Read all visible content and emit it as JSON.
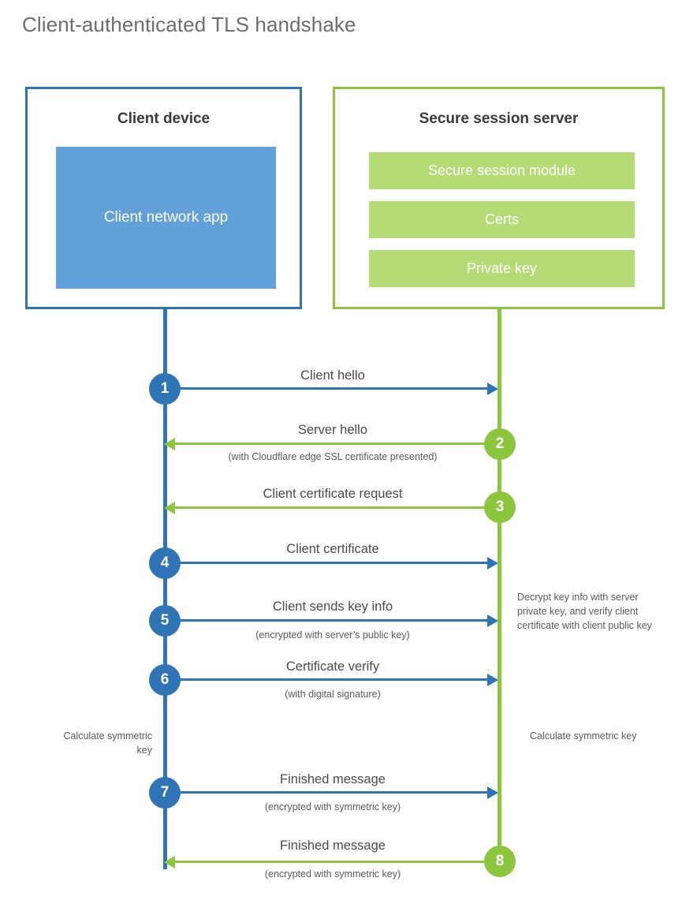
{
  "title": "Client-authenticated TLS handshake",
  "colors": {
    "blue_border": "#2f74b5",
    "blue_fill": "#62a0d9",
    "green_border": "#8cc63e",
    "green_fill": "#b5db77",
    "text": "#4a4a4a"
  },
  "panels": {
    "client": {
      "title": "Client device",
      "app_label": "Client network app"
    },
    "server": {
      "title": "Secure session server",
      "bars": [
        "Secure session module",
        "Certs",
        "Private key"
      ]
    }
  },
  "steps": [
    {
      "num": "1",
      "side": "client",
      "direction": "right",
      "label": "Client hello",
      "sub": ""
    },
    {
      "num": "2",
      "side": "server",
      "direction": "left",
      "label": "Server hello",
      "sub": "(with Cloudflare edge SSL certificate presented)"
    },
    {
      "num": "3",
      "side": "server",
      "direction": "left",
      "label": "Client certificate request",
      "sub": ""
    },
    {
      "num": "4",
      "side": "client",
      "direction": "right",
      "label": "Client certificate",
      "sub": ""
    },
    {
      "num": "5",
      "side": "client",
      "direction": "right",
      "label": "Client sends key info",
      "sub": "(encrypted with server’s public key)"
    },
    {
      "num": "6",
      "side": "client",
      "direction": "right",
      "label": "Certificate verify",
      "sub": "(with digital signature)"
    },
    {
      "num": "7",
      "side": "client",
      "direction": "right",
      "label": "Finished message",
      "sub": "(encrypted with symmetric key)"
    },
    {
      "num": "8",
      "side": "server",
      "direction": "left",
      "label": "Finished message",
      "sub": "(encrypted with symmetric key)"
    }
  ],
  "notes": {
    "server_decrypt": "Decrypt key info with server private key, and verify client certificate with client public key",
    "client_calc": "Calculate symmetric key",
    "server_calc": "Calculate symmetric key"
  }
}
